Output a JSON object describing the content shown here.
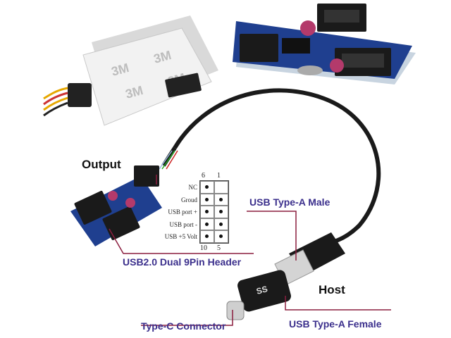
{
  "labels": {
    "output": "Output",
    "host": "Host",
    "usb_a_male": "USB Type-A Male",
    "header": "USB2.0 Dual 9Pin Header",
    "type_c": "Type-C Connector",
    "usb_a_female": "USB Type-A Female"
  },
  "pinout": {
    "top_numbers": [
      "6",
      "1"
    ],
    "bottom_numbers": [
      "10",
      "5"
    ],
    "rows": [
      "NC",
      "Groud",
      "USB port +",
      "USB port -",
      "USB +5 Volt"
    ]
  },
  "product_text": {
    "tape_brand": "3M",
    "adapter_logo": "SS"
  },
  "colors": {
    "label_purple": "#3b2f8c",
    "callout_line": "#8b1e3f",
    "pcb_blue": "#1f3f8f",
    "connector_black": "#1a1a1a"
  }
}
